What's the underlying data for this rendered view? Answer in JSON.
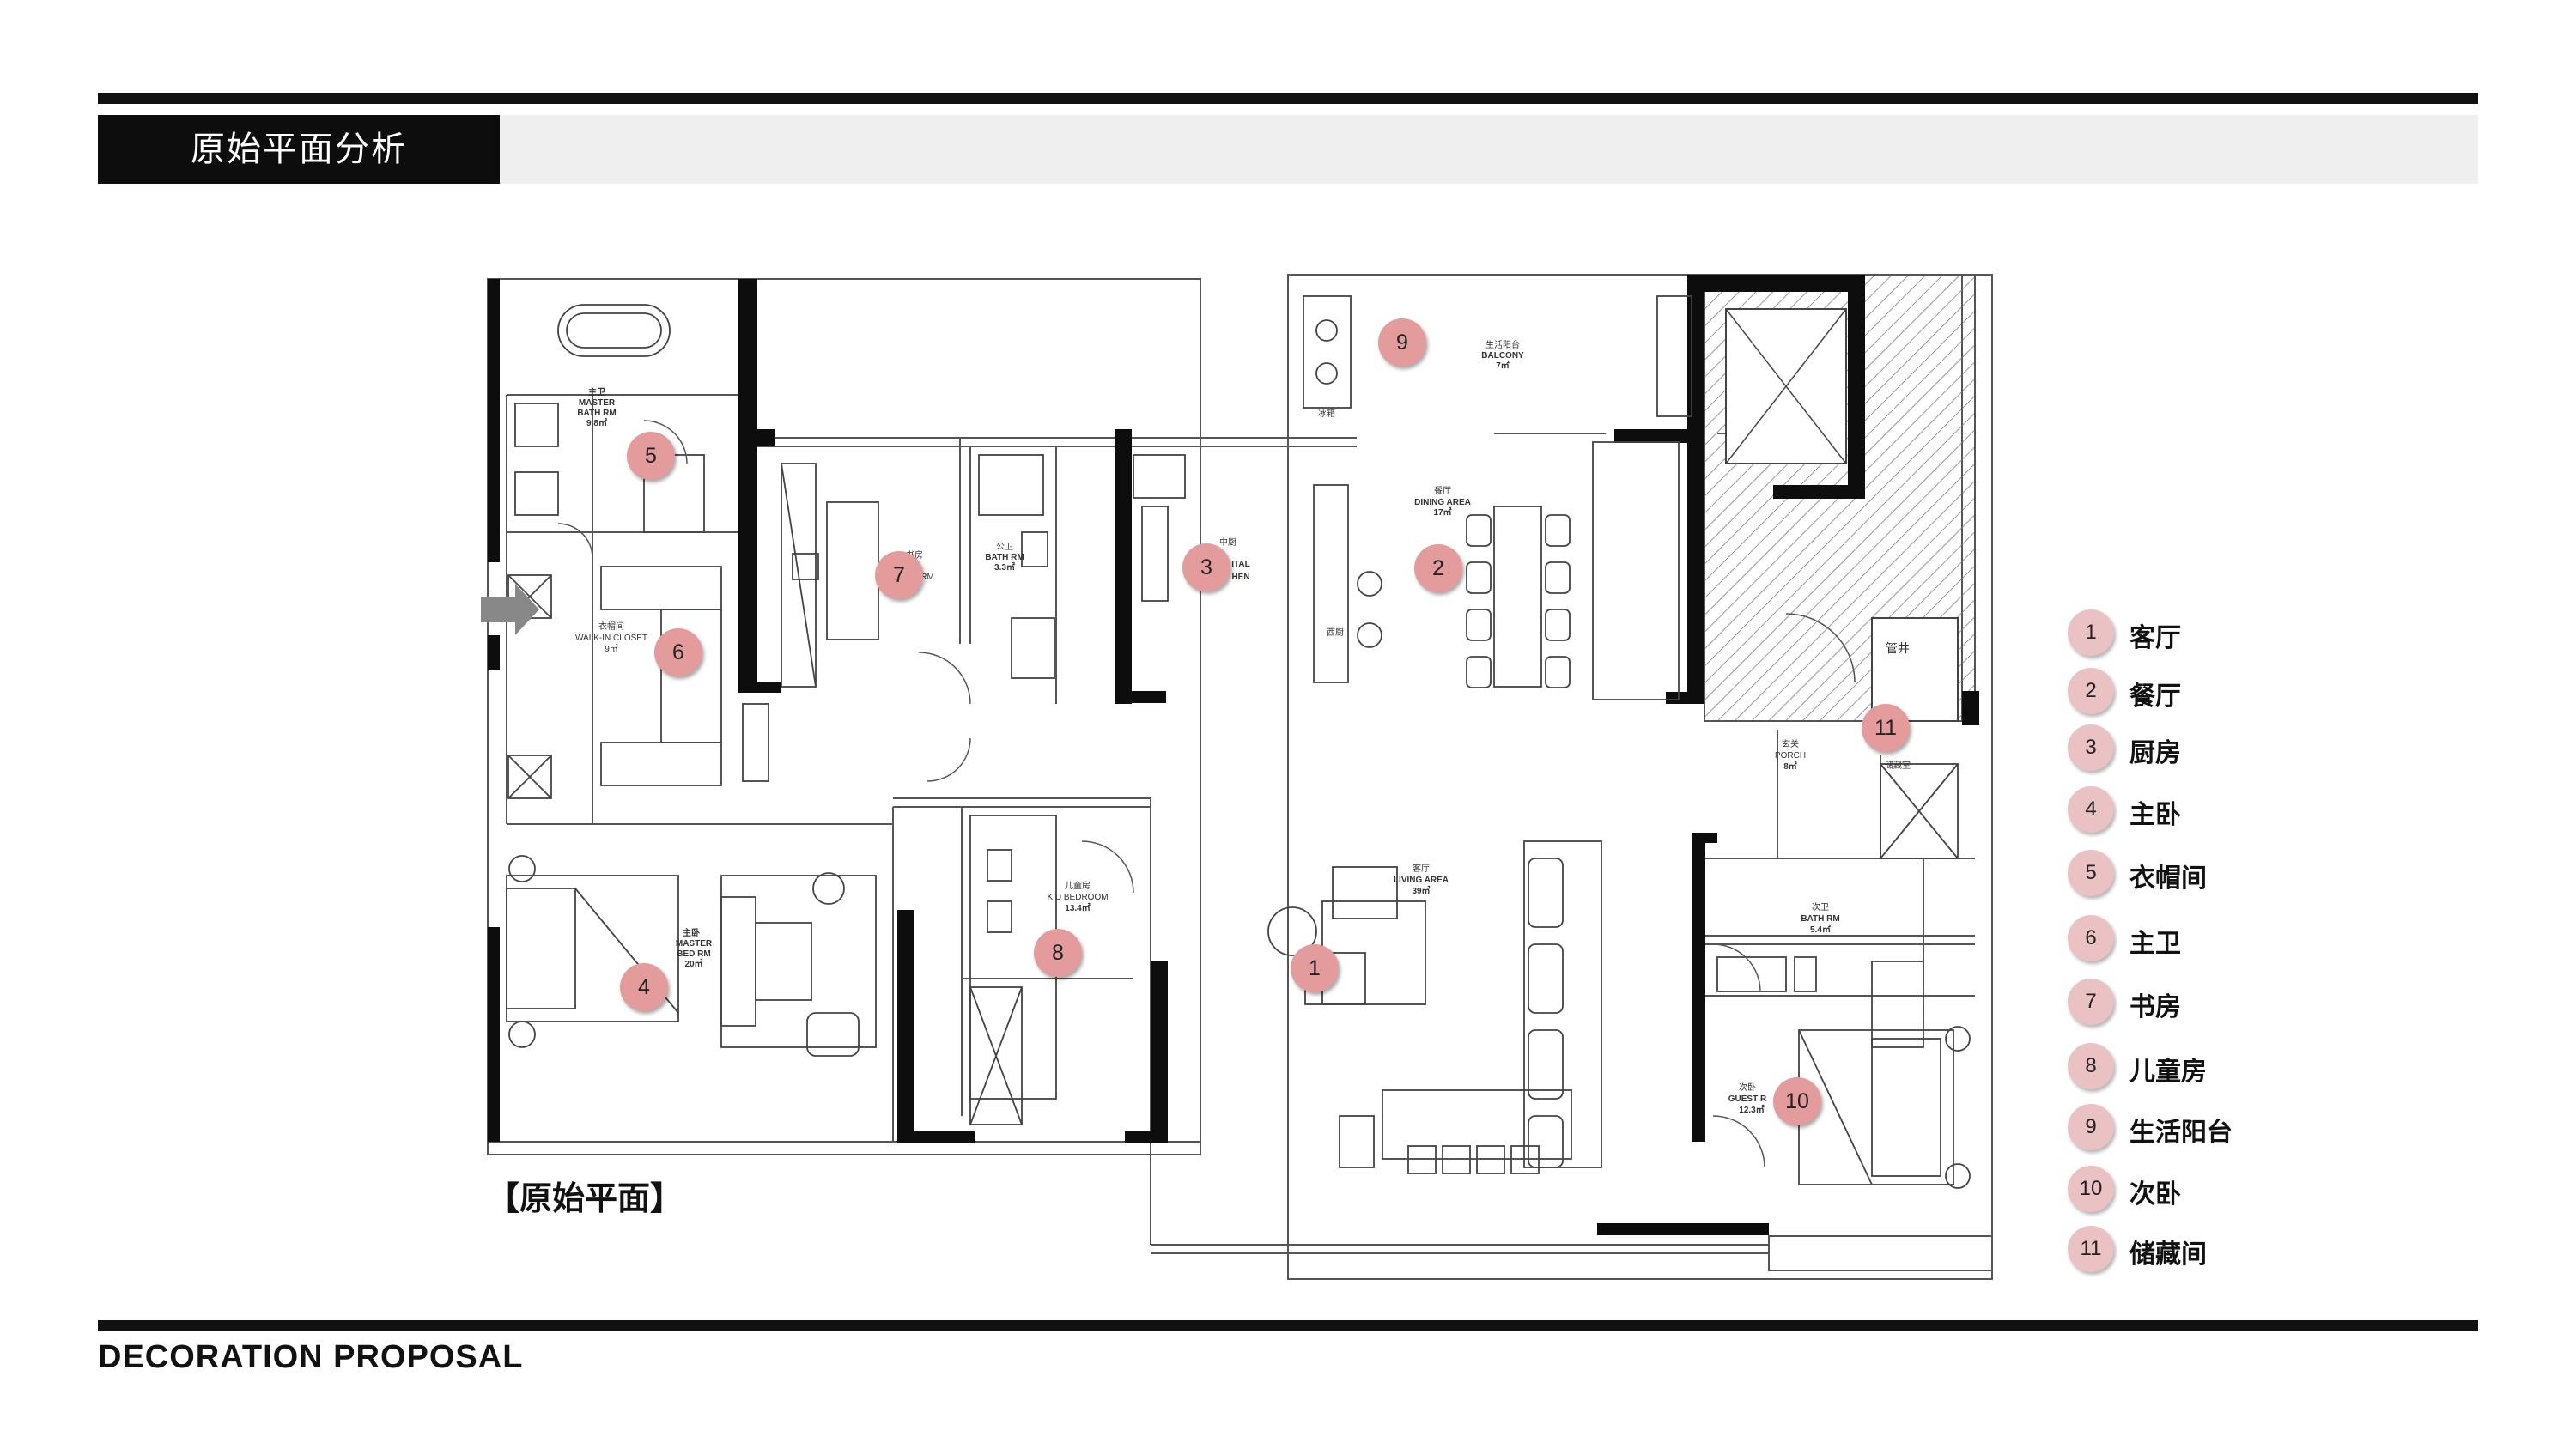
{
  "header": {
    "title": "原始平面分析"
  },
  "footer": {
    "label": "DECORATION PROPOSAL"
  },
  "plan": {
    "label": "【原始平面】",
    "rooms": {
      "master_bath": [
        "主卫",
        "MASTER",
        "BATH RM",
        "9.8㎡"
      ],
      "walk_in": [
        "衣帽间",
        "WALK-IN CLOSET",
        "9㎡"
      ],
      "study": [
        "书房",
        "RM"
      ],
      "public_bath": [
        "公卫",
        "BATH RM",
        "3.3㎡"
      ],
      "kitchen": [
        "中厨",
        "ITAL",
        "HEN"
      ],
      "dining": [
        "餐厅",
        "DINING AREA",
        "17㎡"
      ],
      "balcony": [
        "生活阳台",
        "BALCONY",
        "7㎡"
      ],
      "kid": [
        "儿童房",
        "KID BEDROOM",
        "13.4㎡"
      ],
      "living": [
        "客厅",
        "LIVING AREA",
        "39㎡"
      ],
      "master_bed": [
        "主卧",
        "MASTER",
        "BED RM",
        "20㎡"
      ],
      "porch": [
        "玄关",
        "PORCH",
        "8㎡"
      ],
      "guest_bath": [
        "次卫",
        "BATH RM",
        "5.4㎡"
      ],
      "guest_bed": [
        "次卧",
        "GUEST R",
        "12.3㎡"
      ],
      "storage": "储藏室",
      "shaft": "管井",
      "misc": [
        "冰箱",
        "西厨"
      ]
    },
    "markers": [
      {
        "n": "1"
      },
      {
        "n": "2"
      },
      {
        "n": "3"
      },
      {
        "n": "4"
      },
      {
        "n": "5"
      },
      {
        "n": "6"
      },
      {
        "n": "7"
      },
      {
        "n": "8"
      },
      {
        "n": "9"
      },
      {
        "n": "10"
      },
      {
        "n": "11"
      }
    ]
  },
  "legend": [
    {
      "num": "1",
      "label": "客厅"
    },
    {
      "num": "2",
      "label": "餐厅"
    },
    {
      "num": "3",
      "label": "厨房"
    },
    {
      "num": "4",
      "label": "主卧"
    },
    {
      "num": "5",
      "label": "衣帽间"
    },
    {
      "num": "6",
      "label": "主卫"
    },
    {
      "num": "7",
      "label": "书房"
    },
    {
      "num": "8",
      "label": "儿童房"
    },
    {
      "num": "9",
      "label": "生活阳台"
    },
    {
      "num": "10",
      "label": "次卧"
    },
    {
      "num": "11",
      "label": "储藏间"
    }
  ]
}
